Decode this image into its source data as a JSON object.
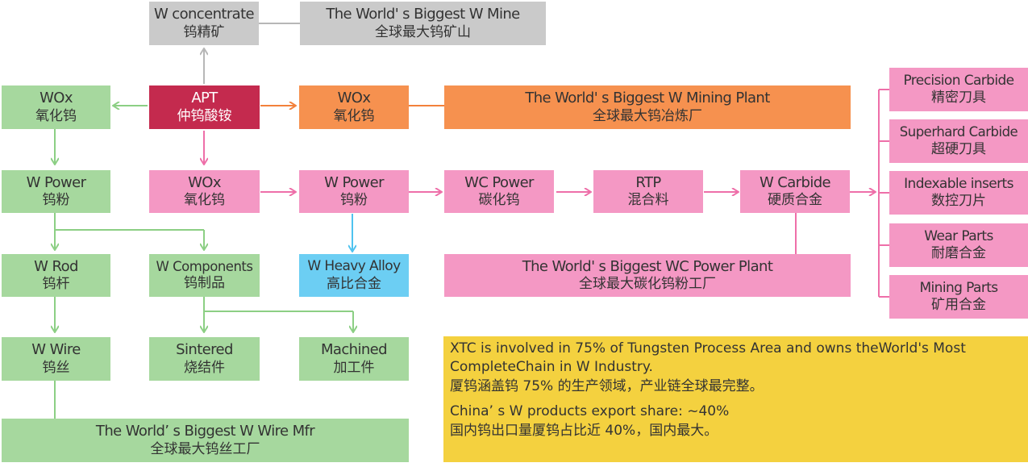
{
  "colors": {
    "grey": "#cacaca",
    "crimson": "#c42a4e",
    "orange": "#f6914f",
    "pink": "#f498c4",
    "green": "#a6d89e",
    "blue": "#6ccef3",
    "yellow": "#f4d13f",
    "arrow_pink": "#ee6fa9",
    "arrow_green": "#8ccf84",
    "arrow_blue": "#4fc3ef",
    "arrow_grey": "#b7b7b7",
    "arrow_orange": "#f3813b"
  },
  "nodes": {
    "w_concentrate": {
      "en": "W concentrate",
      "zh": "钨精矿"
    },
    "biggest_mine": {
      "en": "The World' s Biggest W Mine",
      "zh": "全球最大钨矿山"
    },
    "apt": {
      "en": "APT",
      "zh": "仲钨酸铵"
    },
    "wox_green": {
      "en": "WOx",
      "zh": "氧化钨"
    },
    "wox_orange": {
      "en": "WOx",
      "zh": "氧化钨"
    },
    "biggest_mining_plant": {
      "en": "The World' s Biggest W Mining Plant",
      "zh": "全球最大钨冶炼厂"
    },
    "wox_pink": {
      "en": "WOx",
      "zh": "氧化钨"
    },
    "w_power_pink": {
      "en": "W Power",
      "zh": "钨粉"
    },
    "wc_power": {
      "en": "WC Power",
      "zh": "碳化钨"
    },
    "rtp": {
      "en": "RTP",
      "zh": "混合料"
    },
    "w_carbide": {
      "en": "W Carbide",
      "zh": "硬质合金"
    },
    "w_power_green": {
      "en": "W Power",
      "zh": "钨粉"
    },
    "w_rod": {
      "en": "W Rod",
      "zh": "钨杆"
    },
    "w_components": {
      "en": "W Components",
      "zh": "钨制品"
    },
    "w_heavy_alloy": {
      "en": "W Heavy Alloy",
      "zh": "高比合金"
    },
    "biggest_wc_plant": {
      "en": "The World' s Biggest WC Power Plant",
      "zh": "全球最大碳化钨粉工厂"
    },
    "w_wire": {
      "en": "W Wire",
      "zh": "钨丝"
    },
    "sintered": {
      "en": "Sintered",
      "zh": "烧结件"
    },
    "machined": {
      "en": "Machined",
      "zh": "加工件"
    },
    "biggest_wire_mfr": {
      "en": "The World’ s Biggest W Wire Mfr",
      "zh": "全球最大钨丝工厂"
    },
    "precision_carbide": {
      "en": "Precision Carbide",
      "zh": "精密刀具"
    },
    "superhard_carbide": {
      "en": "Superhard Carbide",
      "zh": "超硬刀具"
    },
    "indexable_inserts": {
      "en": "Indexable inserts",
      "zh": "数控刀片"
    },
    "wear_parts": {
      "en": "Wear Parts",
      "zh": "耐磨合金"
    },
    "mining_parts": {
      "en": "Mining Parts",
      "zh": "矿用合金"
    }
  },
  "info": {
    "line1": "XTC is involved in 75% of Tungsten Process Area and owns theWorld's Most",
    "line2": "CompleteChain in W Industry.",
    "line3": "厦钨涵盖钨 75% 的生产领域，产业链全球最完整。",
    "line4": "China’ s W products export share: ~40%",
    "line5": "国内钨出口量厦钨占比近 40%，国内最大。"
  }
}
